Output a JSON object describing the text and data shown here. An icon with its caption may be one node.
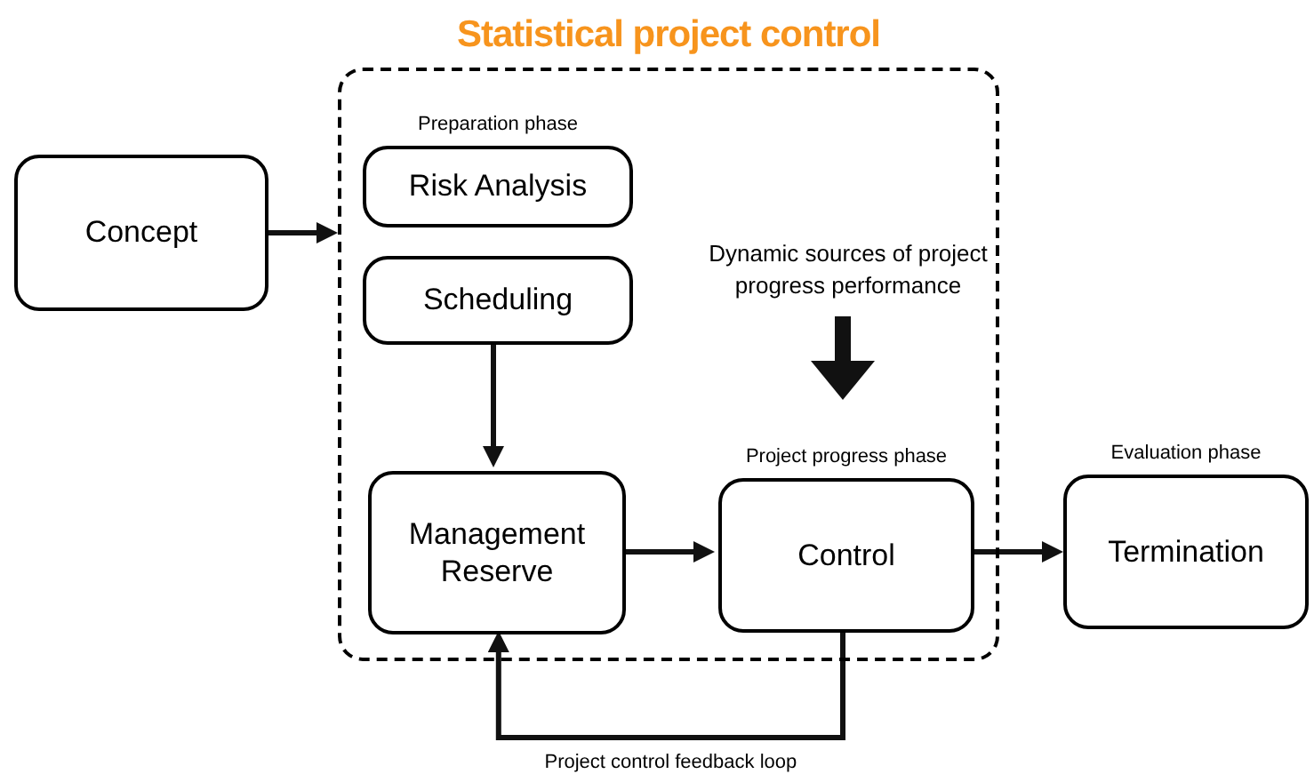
{
  "diagram": {
    "nodes": [
      {
        "text": [
          "Statistical project control"
        ]
      },
      {
        "text": [
          "Concept"
        ]
      },
      {
        "text": [
          "Risk Analysis"
        ],
        "in": 0,
        "beside": [
          "Preparation phase"
        ]
      },
      {
        "text": [
          "Scheduling"
        ],
        "in": 0
      },
      {
        "text": [
          "Management Reserve"
        ],
        "in": 0
      },
      {
        "text": [
          "Dynamic sources of project progress performance"
        ],
        "in": 0
      },
      {
        "text": [
          "Control"
        ],
        "in": 0,
        "beside": [
          "Project progress phase"
        ]
      },
      {
        "text": [
          "Termination"
        ],
        "beside": [
          "Evaluation phase"
        ]
      }
    ],
    "edges": [
      {
        "from": 1,
        "to": 0,
        "arrow": "to"
      },
      {
        "from": 3,
        "to": 4,
        "arrow": "to"
      },
      {
        "from": 4,
        "to": 6,
        "arrow": "to"
      },
      {
        "from": 6,
        "to": 7,
        "arrow": "to"
      },
      {
        "from": 5,
        "to": 6,
        "arrow": "to",
        "style": "thick"
      },
      {
        "from": 6,
        "to": 4,
        "arrow": "to",
        "label": "Project control feedback loop"
      }
    ]
  }
}
